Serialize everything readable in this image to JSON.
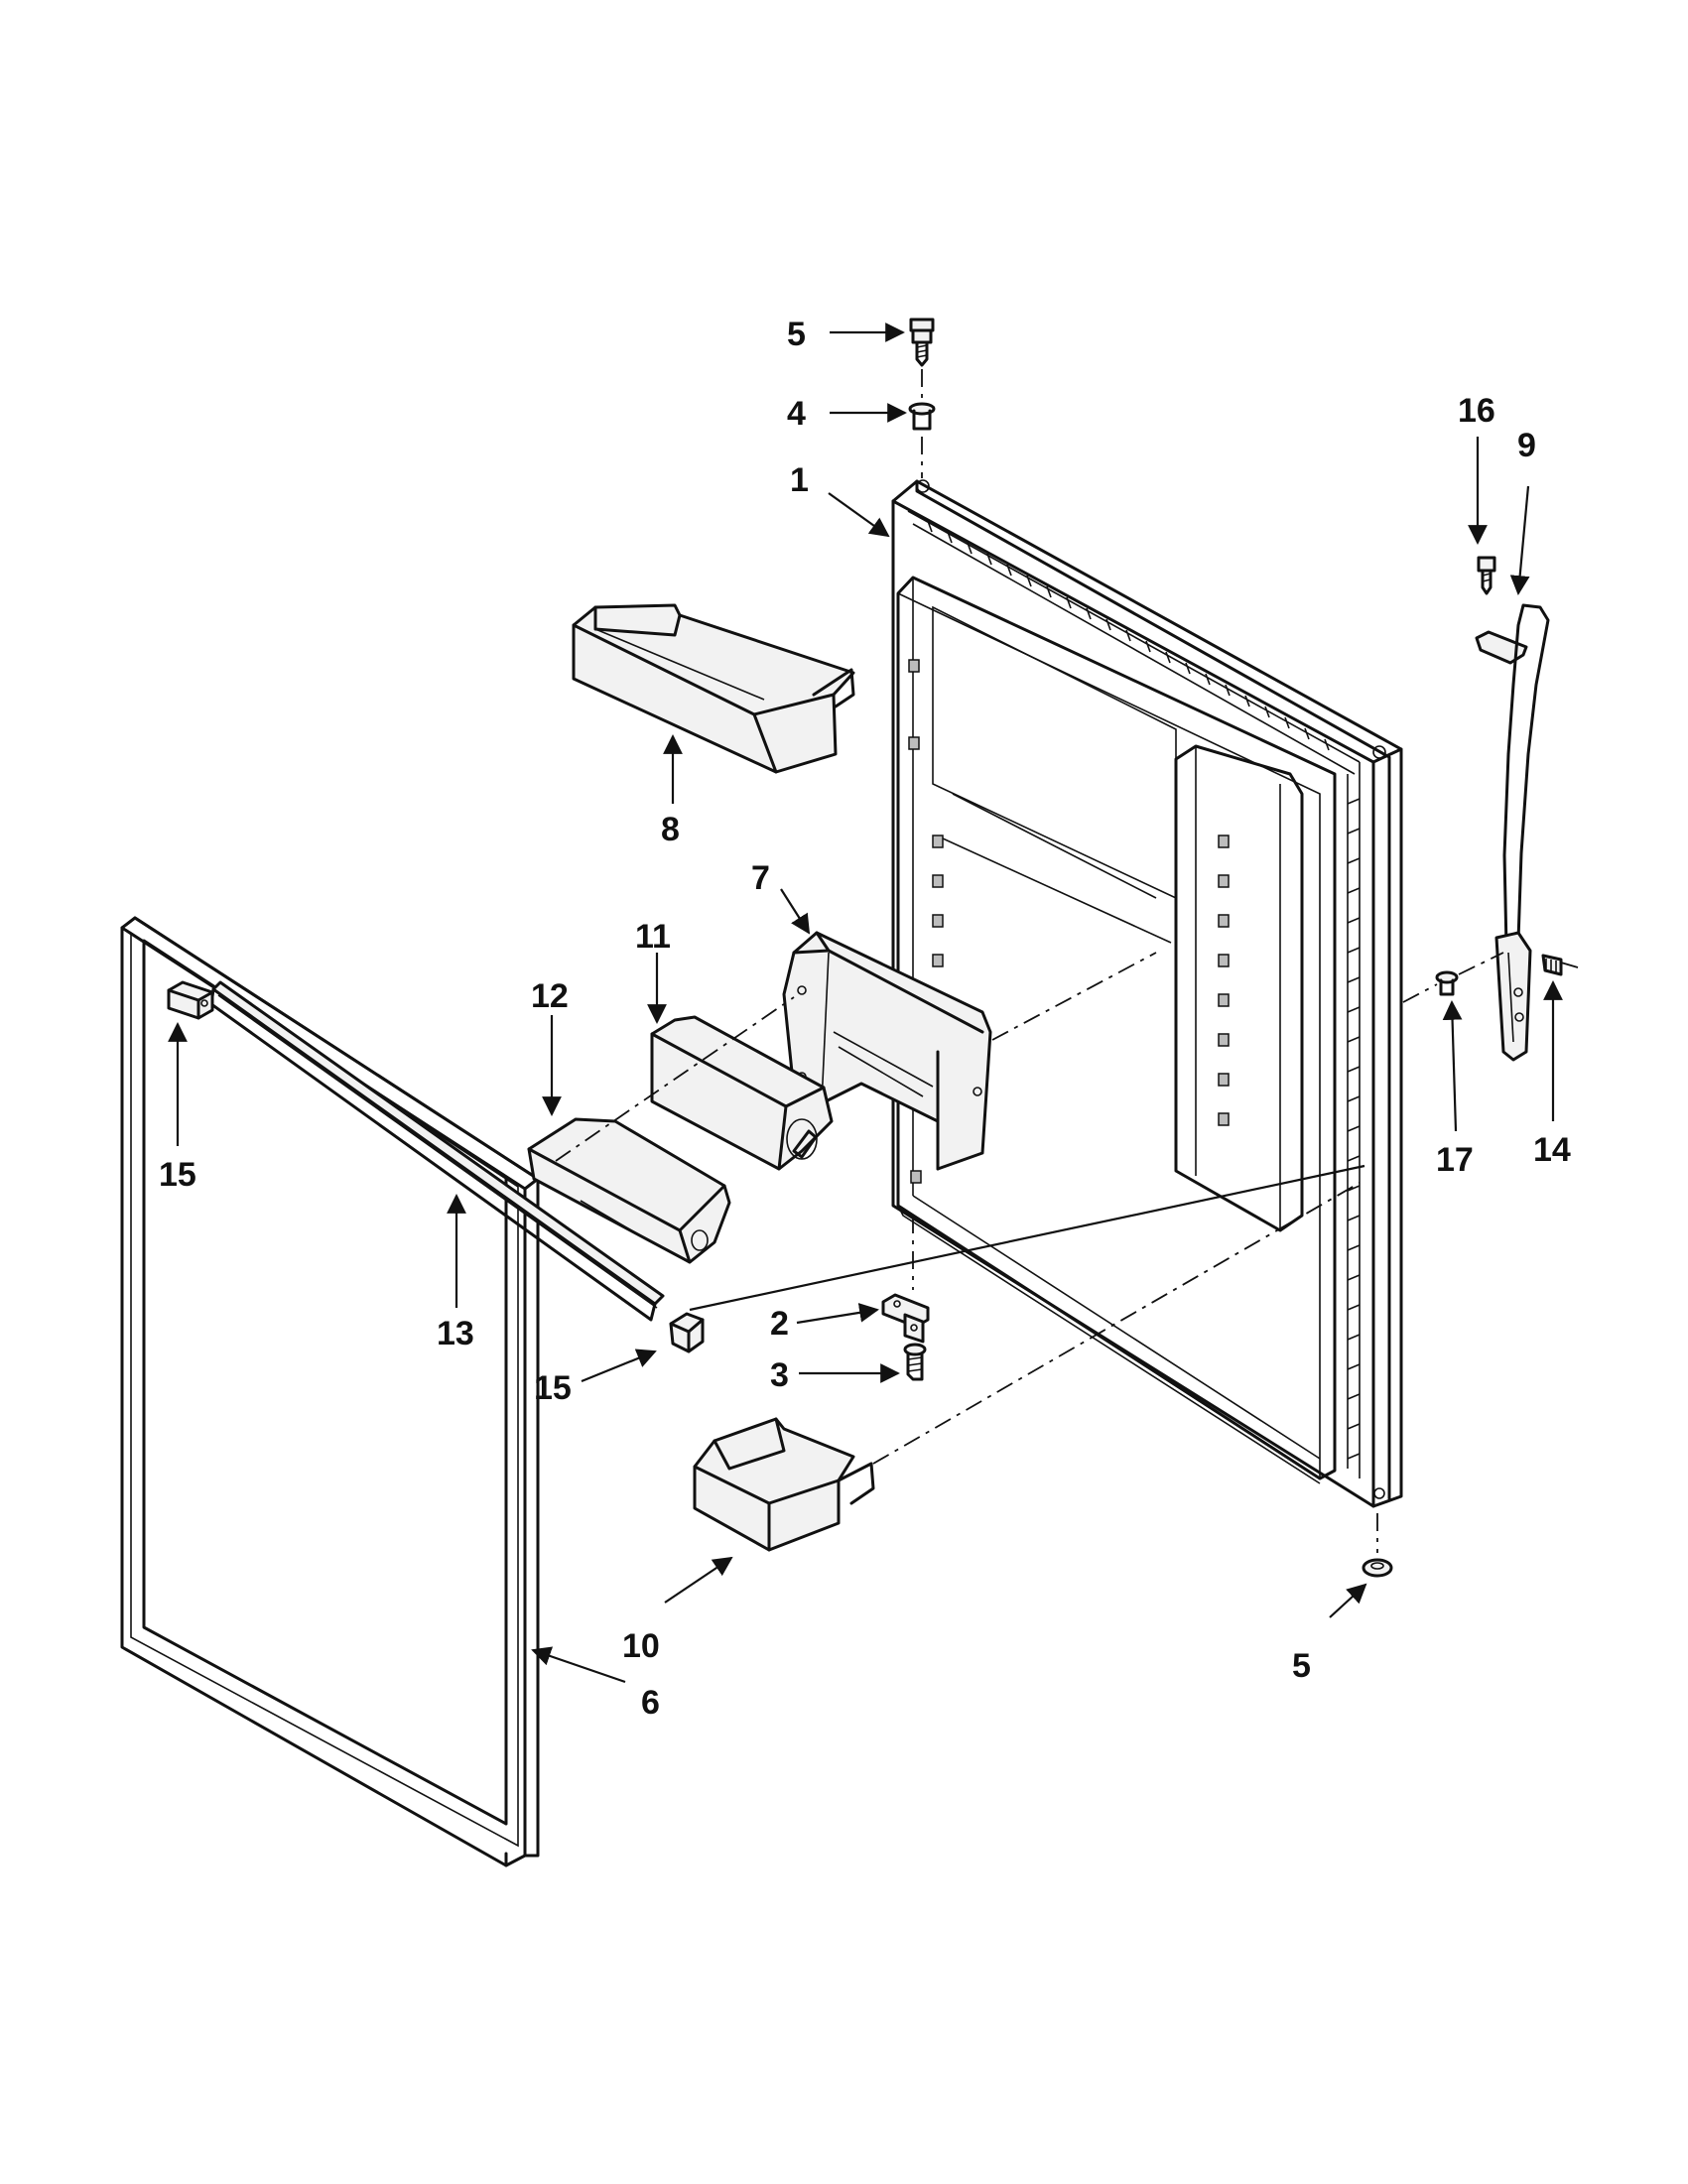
{
  "callouts": {
    "c1": "1",
    "c2": "2",
    "c3": "3",
    "c4": "4",
    "c5_top": "5",
    "c5_bottom": "5",
    "c6": "6",
    "c7": "7",
    "c8": "8",
    "c9": "9",
    "c10": "10",
    "c11": "11",
    "c12": "12",
    "c13": "13",
    "c14": "14",
    "c15_left": "15",
    "c15_right": "15",
    "c16": "16",
    "c17": "17"
  },
  "colors": {
    "line": "#111111",
    "fill": "#f2f2f2",
    "shade": "#bdbdbd",
    "background": "#ffffff"
  }
}
